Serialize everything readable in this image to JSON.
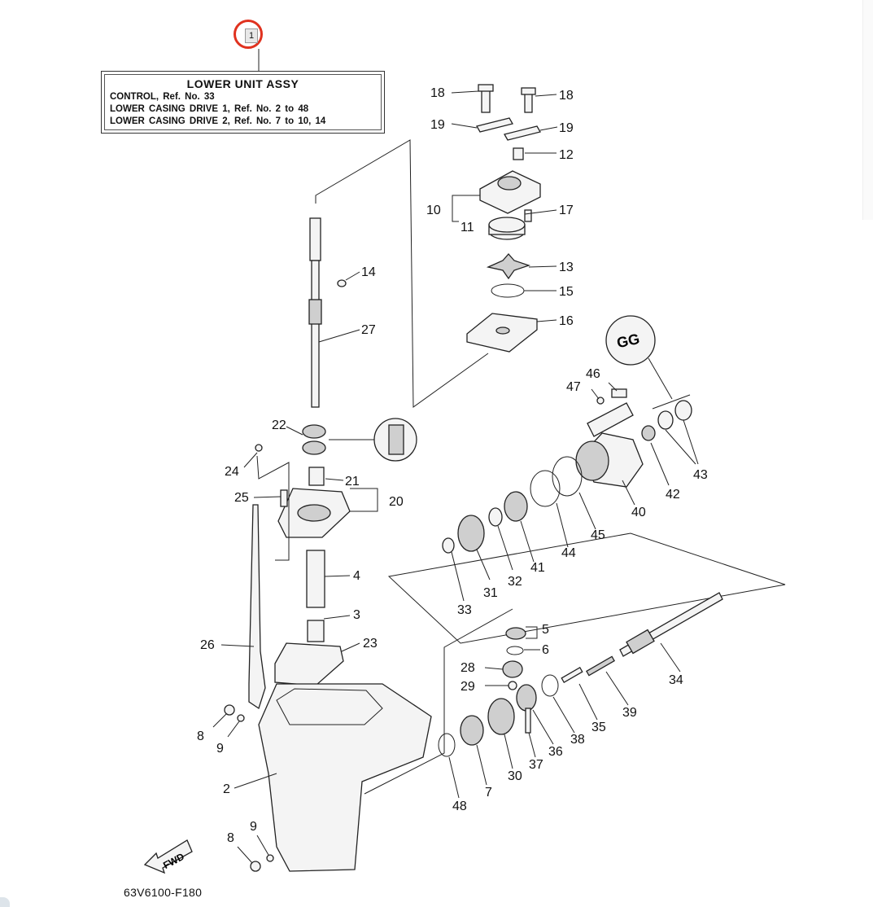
{
  "assembly_box": {
    "title": "LOWER UNIT ASSY",
    "lines": [
      "CONTROL,  Ref.  No.  33",
      "LOWER  CASING  DRIVE  1,   Ref.  No.  2  to  48",
      "LOWER  CASING  DRIVE  2,   Ref.  No.  7  to  10,  14"
    ]
  },
  "reference_badge": {
    "label": "1",
    "highlight_color": "#e0321f"
  },
  "drawing_number": "63V6100-F180",
  "fwd_label": "FWD",
  "grease_label": "GG",
  "callouts": [
    "18",
    "18",
    "19",
    "19",
    "12",
    "10",
    "11",
    "17",
    "13",
    "15",
    "16",
    "14",
    "27",
    "22",
    "24",
    "21",
    "20",
    "25",
    "4",
    "3",
    "26",
    "23",
    "8",
    "9",
    "2",
    "8",
    "9",
    "46",
    "47",
    "43",
    "42",
    "40",
    "45",
    "44",
    "41",
    "32",
    "31",
    "33",
    "5",
    "6",
    "28",
    "29",
    "34",
    "39",
    "35",
    "38",
    "36",
    "37",
    "30",
    "7",
    "48"
  ]
}
